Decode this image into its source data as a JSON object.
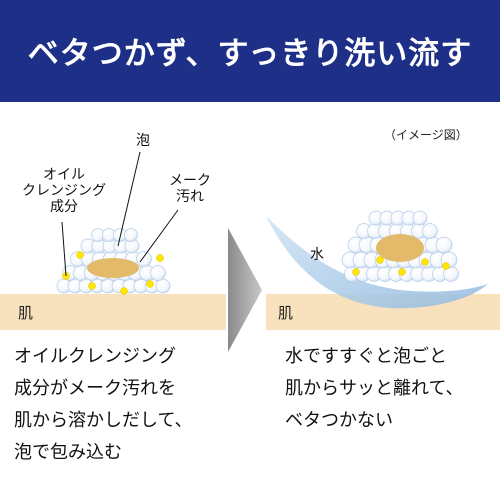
{
  "header": {
    "title": "ベタつかず、すっきり洗い流す"
  },
  "image_note": "（イメージ図）",
  "left_diagram": {
    "label_foam": "泡",
    "label_oil": [
      "オイル",
      "クレンジング",
      "成分"
    ],
    "label_makeup": [
      "メーク",
      "汚れ"
    ],
    "skin_label": "肌"
  },
  "right_diagram": {
    "label_water": "水",
    "skin_label": "肌"
  },
  "descriptions": {
    "left": [
      "オイルクレンジング",
      "成分がメーク汚れを",
      "肌から溶かしだして、",
      "泡で包み込む"
    ],
    "right": [
      "水ですすぐと泡ごと",
      "肌からサッと離れて、",
      "ベタつかない"
    ]
  },
  "colors": {
    "header_bg": "#1d2f86",
    "skin": "#f8e2bd",
    "makeup_dirt": "#e2ba6a",
    "oil_dot": "#ffe600",
    "water": "#a9cbe8"
  }
}
